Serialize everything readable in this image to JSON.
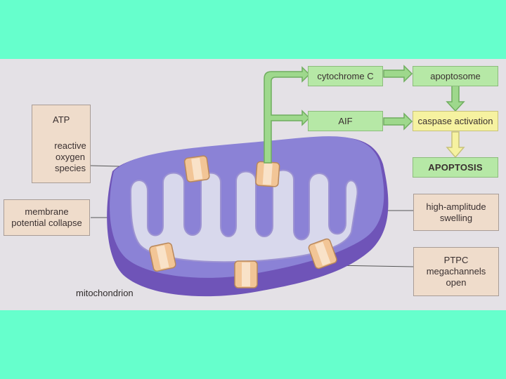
{
  "labels": {
    "atp": "ATP",
    "ros": "reactive\noxygen\nspecies",
    "membrane_collapse": "membrane\npotential collapse",
    "cytochrome_c": "cytochrome C",
    "aif": "AIF",
    "apoptosome": "apoptosome",
    "caspase": "caspase activation",
    "apoptosis": "APOPTOSIS",
    "swelling": "high-amplitude\nswelling",
    "ptpc": "PTPC\nmegachannels\nopen",
    "mitochondrion": "mitochondrion"
  },
  "colors": {
    "background": "#66ffcc",
    "panel": "#e4e1e6",
    "membrane": "#8b82d6",
    "membrane_edge": "#6f54b8",
    "cristae": "#d8d8ec",
    "channel": "#f2c596",
    "green_arrow": "#9ed88c",
    "arrow_red": "#e8372a",
    "tan_box": "#efdccb",
    "green_box": "#b6e8a6",
    "yellow_box": "#f6f2a0"
  },
  "icons": {
    "down_arrow": "red-down-arrow-icon",
    "up_arrow": "red-up-arrow-icon"
  }
}
